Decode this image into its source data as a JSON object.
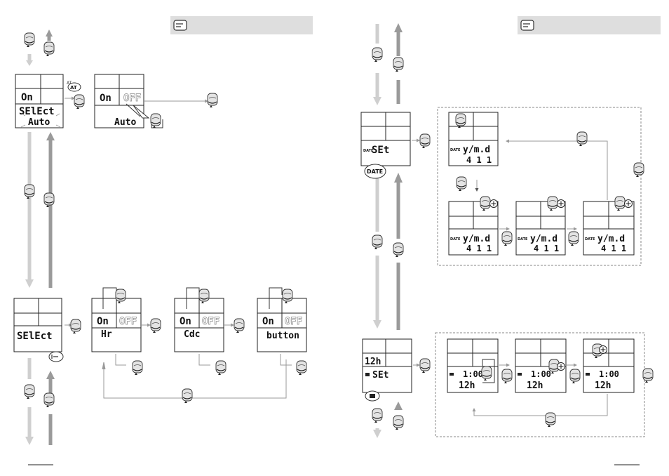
{
  "lcd_text": {
    "on": "On",
    "off": "OFF",
    "select": "SElEct",
    "auto": "Auto",
    "hr": "Hr",
    "cdc": "Cdc",
    "button": "button",
    "set": "SEt",
    "ymd": "y/m.d",
    "date_value": "4 1 1",
    "hour_mode": "12h",
    "clock_value": "1:00",
    "at_badge": "AT",
    "date_badge": "DATE",
    "date_small": "DATE"
  },
  "icon_names": {
    "note": "hand-pointer-icon",
    "button": "press-button-icon",
    "plus": "circled-plus-icon",
    "clock": "clock-icon"
  },
  "colors": {
    "flow_up": "#9a9a9a",
    "flow_down": "#cfcfcf",
    "header_band": "#dedede",
    "dashed_box": "#888888"
  }
}
